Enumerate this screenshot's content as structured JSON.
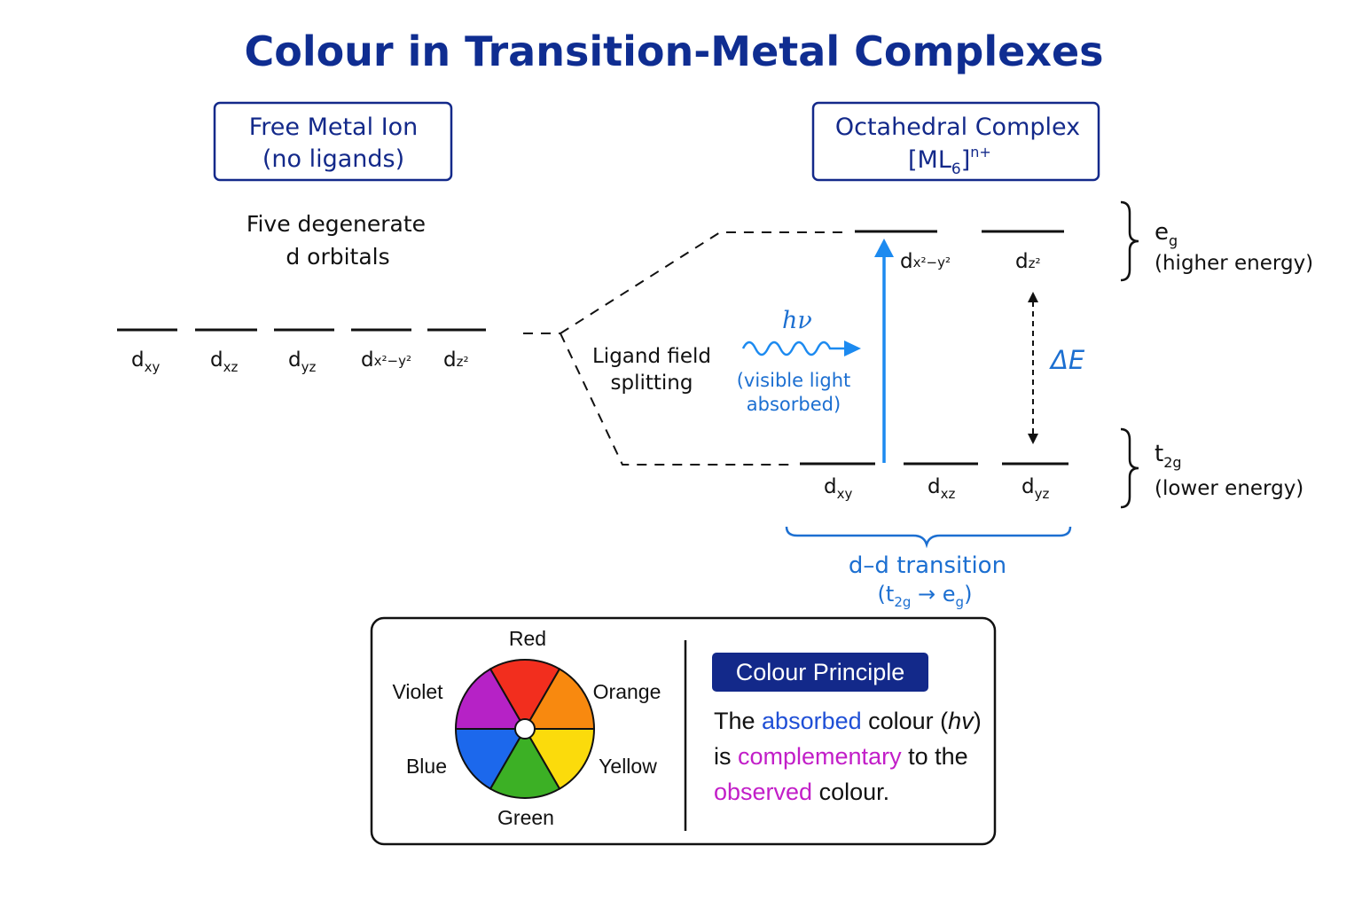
{
  "title": "Colour in Transition-Metal Complexes",
  "free_ion": {
    "box_line1": "Free Metal Ion",
    "box_line2": "(no ligands)",
    "desc_line1": "Five degenerate",
    "desc_line2": "d orbitals",
    "orbitals": [
      {
        "base": "d",
        "sub": "xy"
      },
      {
        "base": "d",
        "sub": "xz"
      },
      {
        "base": "d",
        "sub": "yz"
      },
      {
        "base": "d",
        "sub": "x²−y²"
      },
      {
        "base": "d",
        "sub": "z²"
      }
    ]
  },
  "complex": {
    "box_line1": "Octahedral Complex",
    "formula_base": "[ML",
    "formula_sub": "6",
    "formula_close": "]",
    "formula_charge": "n+",
    "eg_orbitals": [
      {
        "base": "d",
        "sub": "x²−y²"
      },
      {
        "base": "d",
        "sub": "z²"
      }
    ],
    "t2g_orbitals": [
      {
        "base": "d",
        "sub": "xy"
      },
      {
        "base": "d",
        "sub": "xz"
      },
      {
        "base": "d",
        "sub": "yz"
      }
    ],
    "eg_label": {
      "base": "e",
      "sub": "g",
      "desc": "(higher energy)"
    },
    "t2g_label": {
      "base": "t",
      "sub": "2g",
      "desc": "(lower energy)"
    }
  },
  "splitting": {
    "line1": "Ligand field",
    "line2": "splitting"
  },
  "light": {
    "symbol": "hν",
    "line1": "(visible light",
    "line2": "absorbed)"
  },
  "delta_e": "ΔE",
  "transition": {
    "line1": "d–d transition",
    "open": "(t",
    "sub1": "2g",
    "arrow": " → e",
    "sub2": "g",
    "close": ")"
  },
  "colour_wheel": {
    "segments": [
      {
        "name": "Red",
        "color": "#f22e1e"
      },
      {
        "name": "Orange",
        "color": "#f8890f"
      },
      {
        "name": "Yellow",
        "color": "#fbdb0c"
      },
      {
        "name": "Green",
        "color": "#3cb025"
      },
      {
        "name": "Blue",
        "color": "#1c68ec"
      },
      {
        "name": "Violet",
        "color": "#b622c6"
      }
    ]
  },
  "principle": {
    "badge": "Colour Principle",
    "l1_a": "The ",
    "l1_b": "absorbed",
    "l1_c": " colour (",
    "l1_d": "hv",
    "l1_e": ")",
    "l2_a": "is ",
    "l2_b": "complementary",
    "l2_c": " to the",
    "l3_a": "observed",
    "l3_b": " colour."
  },
  "colors": {
    "title": "#0f2d91",
    "accent_blue": "#1c6fd1",
    "navy": "#13298a",
    "magenta": "#c21ec8",
    "absorbed_blue": "#1f4fd6"
  }
}
